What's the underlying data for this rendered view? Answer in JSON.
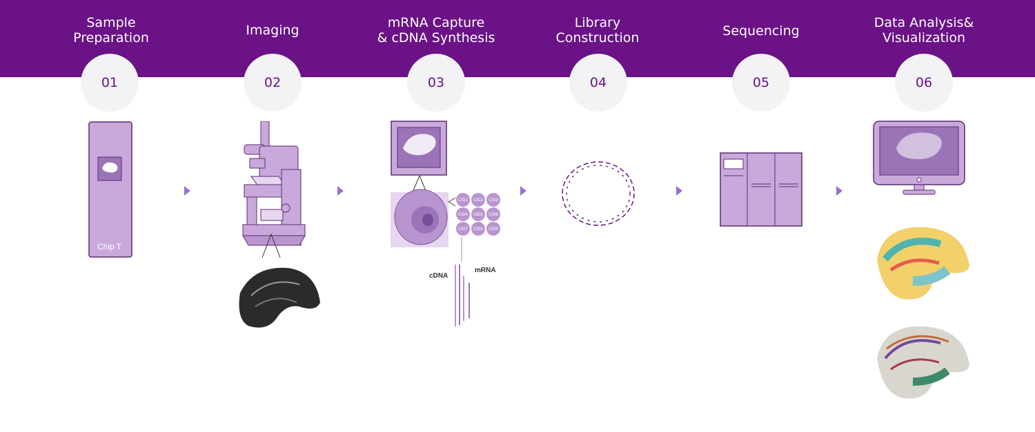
{
  "steps": [
    {
      "number": "01",
      "title_lines": [
        "Sample",
        "Preparation"
      ]
    },
    {
      "number": "02",
      "title_lines": [
        "Imaging"
      ]
    },
    {
      "number": "03",
      "title_lines": [
        "mRNA Capture",
        "& cDNA Synthesis"
      ]
    },
    {
      "number": "04",
      "title_lines": [
        "Library",
        "Construction"
      ]
    },
    {
      "number": "05",
      "title_lines": [
        "Sequencing"
      ]
    },
    {
      "number": "06",
      "title_lines": [
        "Data Analysis&",
        "Visualization"
      ]
    }
  ],
  "chip_label": "Chip T",
  "cid_labels": [
    "CID1",
    "CID2",
    "CID3",
    "CID4",
    "CID5",
    "CID6",
    "CID7",
    "CID8",
    "CID9"
  ],
  "cdna_label": "cDNA",
  "mrna_label": "mRNA",
  "colors": {
    "banner": "#6a1286",
    "circle": "#f3f2f5",
    "accent": "#9b6fd6",
    "illustration": "#c9a9dc",
    "outline": "#5c2a72"
  }
}
